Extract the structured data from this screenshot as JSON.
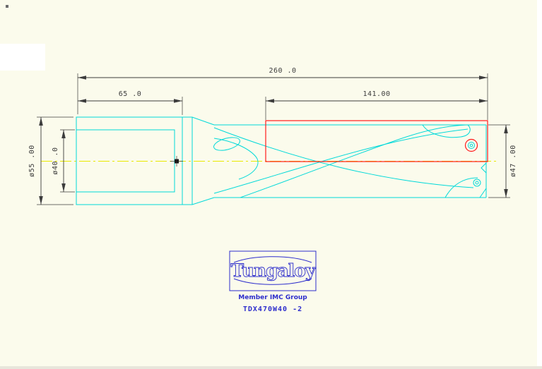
{
  "canvas": {
    "background": "#fbfbec"
  },
  "dimensions": {
    "overall": "260 .0",
    "shank_length": "65 .0",
    "flute_length": "141.00",
    "shank_diameter": "ø55 .00",
    "bore_diameter": "ø40 .0",
    "drill_diameter": "ø47 .00"
  },
  "logo": {
    "brand": "Tungaloy",
    "tagline": "Member IMC Group",
    "part_number": "TDX470W40 -2"
  },
  "colors": {
    "geometry": "#00d9d9",
    "highlight": "#ff1a1a",
    "centerline": "#e9e900",
    "dimension": "#3c3c3c",
    "logo": "#2d2dcc"
  }
}
